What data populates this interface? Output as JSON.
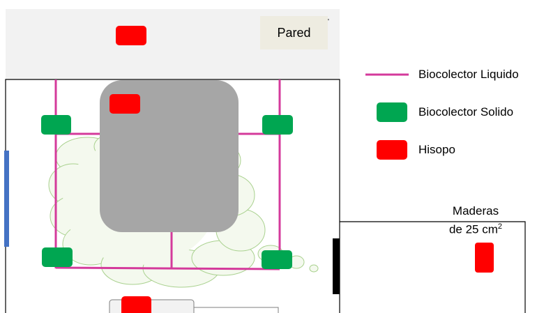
{
  "wall": {
    "label": "Pared",
    "mark": "'"
  },
  "legend": [
    {
      "label": "Biocolector Liquido",
      "symbol": "line",
      "color": "#d43a9b"
    },
    {
      "label": "Biocolector Solido",
      "symbol": "rounded-rect",
      "color": "#00a651"
    },
    {
      "label": "Hisopo",
      "symbol": "rounded-rect",
      "color": "#ff0000"
    }
  ],
  "board": {
    "label_line1": "Maderas",
    "label_line2": "de 25 cm",
    "unit_exponent": "2"
  },
  "colors": {
    "wall_fill": "#f2f2f2",
    "pared_box": "#eeece1",
    "liquid": "#d43a9b",
    "solid": "#00a651",
    "swab": "#ff0000",
    "table": "#a6a6a6",
    "cloud_fill": "#f4f9ee",
    "cloud_stroke": "#a9d18e",
    "door_left": "#4472c4",
    "door_right": "#000000"
  }
}
